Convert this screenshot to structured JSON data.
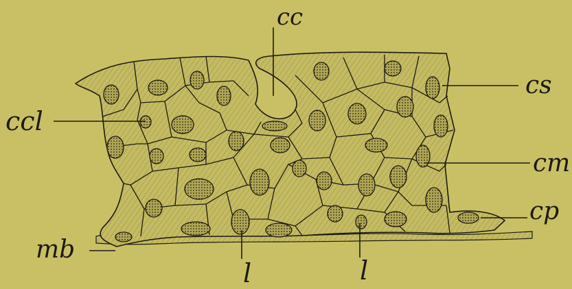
{
  "figure": {
    "background_color": "#c9c065",
    "ink_color": "#1c1a12",
    "tissue_fill_color": "#bdb35c",
    "nucleus_fill_color": "#a89f50"
  },
  "labels": {
    "cc": "cc",
    "cs": "cs",
    "ccl": "ccl",
    "cm": "cm",
    "cp": "cp",
    "mb": "mb",
    "l_left": "l",
    "l_right": "l"
  }
}
